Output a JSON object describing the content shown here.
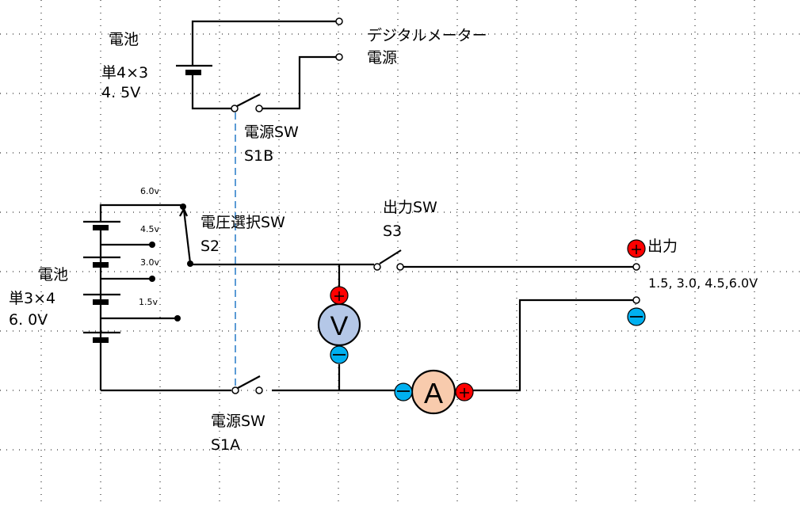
{
  "title": "電池電源 電圧選択回路図",
  "colors": {
    "wire": "#000000",
    "grid": "#000000",
    "link_dashed": "#5b9bd5",
    "plus_terminal": "#ff0000",
    "minus_terminal": "#00b0f0",
    "voltmeter_fill": "#b4c7e7",
    "ammeter_fill": "#f8cbad"
  },
  "top_battery": {
    "title": "電池",
    "cells": "単4×3",
    "voltage": "4.5V",
    "voltage_display": "4. 5V"
  },
  "digital_meter_label": {
    "line1": "デジタルメーター",
    "line2": "電源"
  },
  "switch_s1b": {
    "line1": "電源SW",
    "line2": "S1B"
  },
  "bottom_battery": {
    "title": "電池",
    "cells": "単3×4",
    "voltage_display": "6. 0V",
    "taps": [
      "6.0v",
      "4.5v",
      "3.0v",
      "1.5v"
    ]
  },
  "switch_s2": {
    "line1": "電圧選択SW",
    "line2": "S2"
  },
  "switch_s3": {
    "line1": "出力SW",
    "line2": "S3"
  },
  "output": {
    "label": "出力",
    "voltages": "1.5, 3.0, 4.5,6.0V"
  },
  "switch_s1a": {
    "line1": "電源SW",
    "line2": "S1A"
  },
  "voltmeter": {
    "symbol": "V",
    "plus": "+",
    "minus": "−"
  },
  "ammeter": {
    "symbol": "A",
    "plus": "+",
    "minus": "−"
  }
}
